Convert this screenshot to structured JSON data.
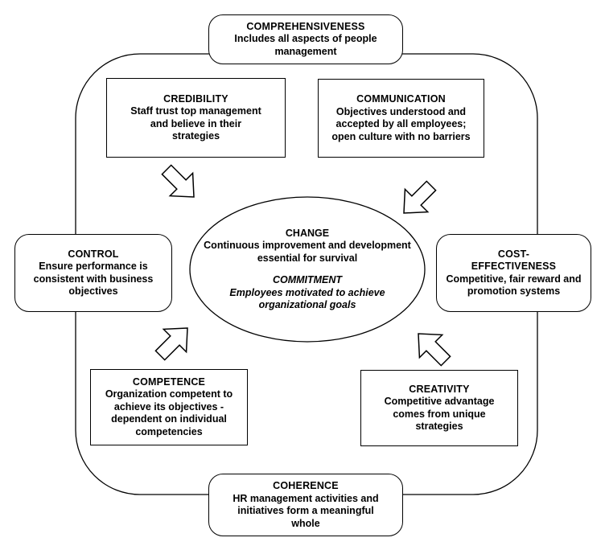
{
  "center": {
    "change_title": "CHANGE",
    "change_desc": "Continuous improvement and development essential for survival",
    "commitment_title": "COMMITMENT",
    "commitment_desc": "Employees motivated to achieve organizational goals"
  },
  "comprehensiveness": {
    "title": "COMPREHENSIVENESS",
    "desc": "Includes all aspects of people management"
  },
  "credibility": {
    "title": "CREDIBILITY",
    "desc": "Staff trust top management and believe in their strategies"
  },
  "communication": {
    "title": "COMMUNICATION",
    "desc": "Objectives understood and accepted by all employees; open culture with no barriers"
  },
  "control": {
    "title": "CONTROL",
    "desc": "Ensure performance is consistent with business objectives"
  },
  "cost_effectiveness": {
    "title": "COST-EFFECTIVENESS",
    "desc": "Competitive, fair reward and promotion systems"
  },
  "competence": {
    "title": "COMPETENCE",
    "desc": "Organization competent to achieve its objectives - dependent on individual competencies"
  },
  "creativity": {
    "title": "CREATIVITY",
    "desc": "Competitive advantage comes from unique strategies"
  },
  "coherence": {
    "title": "COHERENCE",
    "desc": "HR management activities and initiatives form a meaningful whole"
  },
  "colors": {
    "line": "#000000",
    "fill": "#ffffff"
  }
}
